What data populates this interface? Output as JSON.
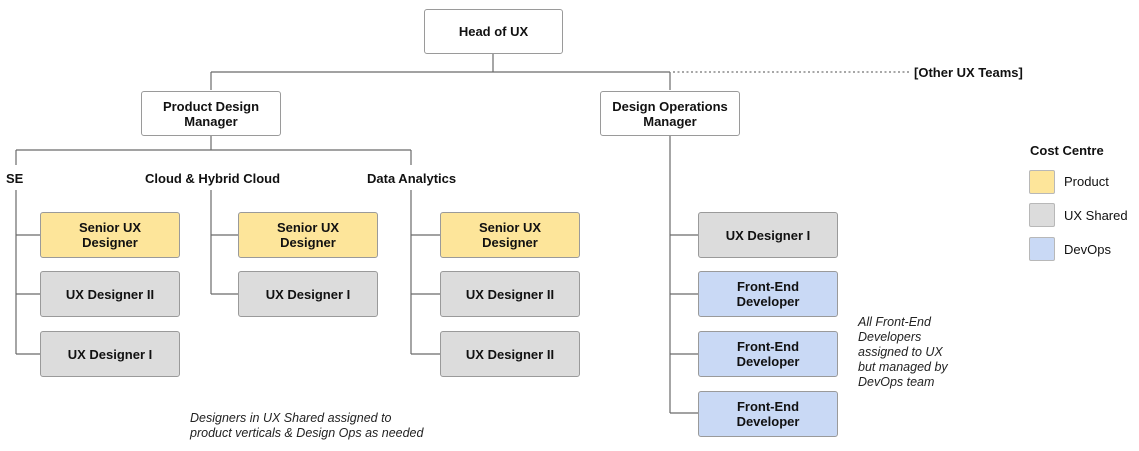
{
  "nodes": {
    "head": "Head of UX",
    "pdm": [
      "Product Design",
      "Manager"
    ],
    "dom": [
      "Design Operations",
      "Manager"
    ],
    "other_teams": "[Other UX Teams]"
  },
  "verticals": {
    "se": {
      "label": "SE",
      "roles": [
        [
          "Senior UX",
          "Designer"
        ],
        [
          "UX Designer II"
        ],
        [
          "UX Designer I"
        ]
      ]
    },
    "cloud": {
      "label": "Cloud & Hybrid Cloud",
      "roles": [
        [
          "Senior UX",
          "Designer"
        ],
        [
          "UX Designer I"
        ]
      ]
    },
    "data": {
      "label": "Data Analytics",
      "roles": [
        [
          "Senior UX",
          "Designer"
        ],
        [
          "UX Designer II"
        ],
        [
          "UX Designer II"
        ]
      ]
    }
  },
  "design_ops": {
    "roles": [
      [
        "UX Designer I"
      ],
      [
        "Front-End",
        "Developer"
      ],
      [
        "Front-End",
        "Developer"
      ],
      [
        "Front-End",
        "Developer"
      ]
    ]
  },
  "notes": {
    "shared": [
      "Designers in UX Shared assigned to",
      "product verticals & Design Ops as needed"
    ],
    "frontend": [
      "All Front-End",
      "Developers",
      "assigned to UX",
      "but managed by",
      "DevOps team"
    ]
  },
  "legend": {
    "title": "Cost Centre",
    "items": [
      {
        "label": "Product",
        "color": "#fde59a"
      },
      {
        "label": "UX Shared",
        "color": "#dcdcdc"
      },
      {
        "label": "DevOps",
        "color": "#c9d9f5"
      }
    ]
  }
}
